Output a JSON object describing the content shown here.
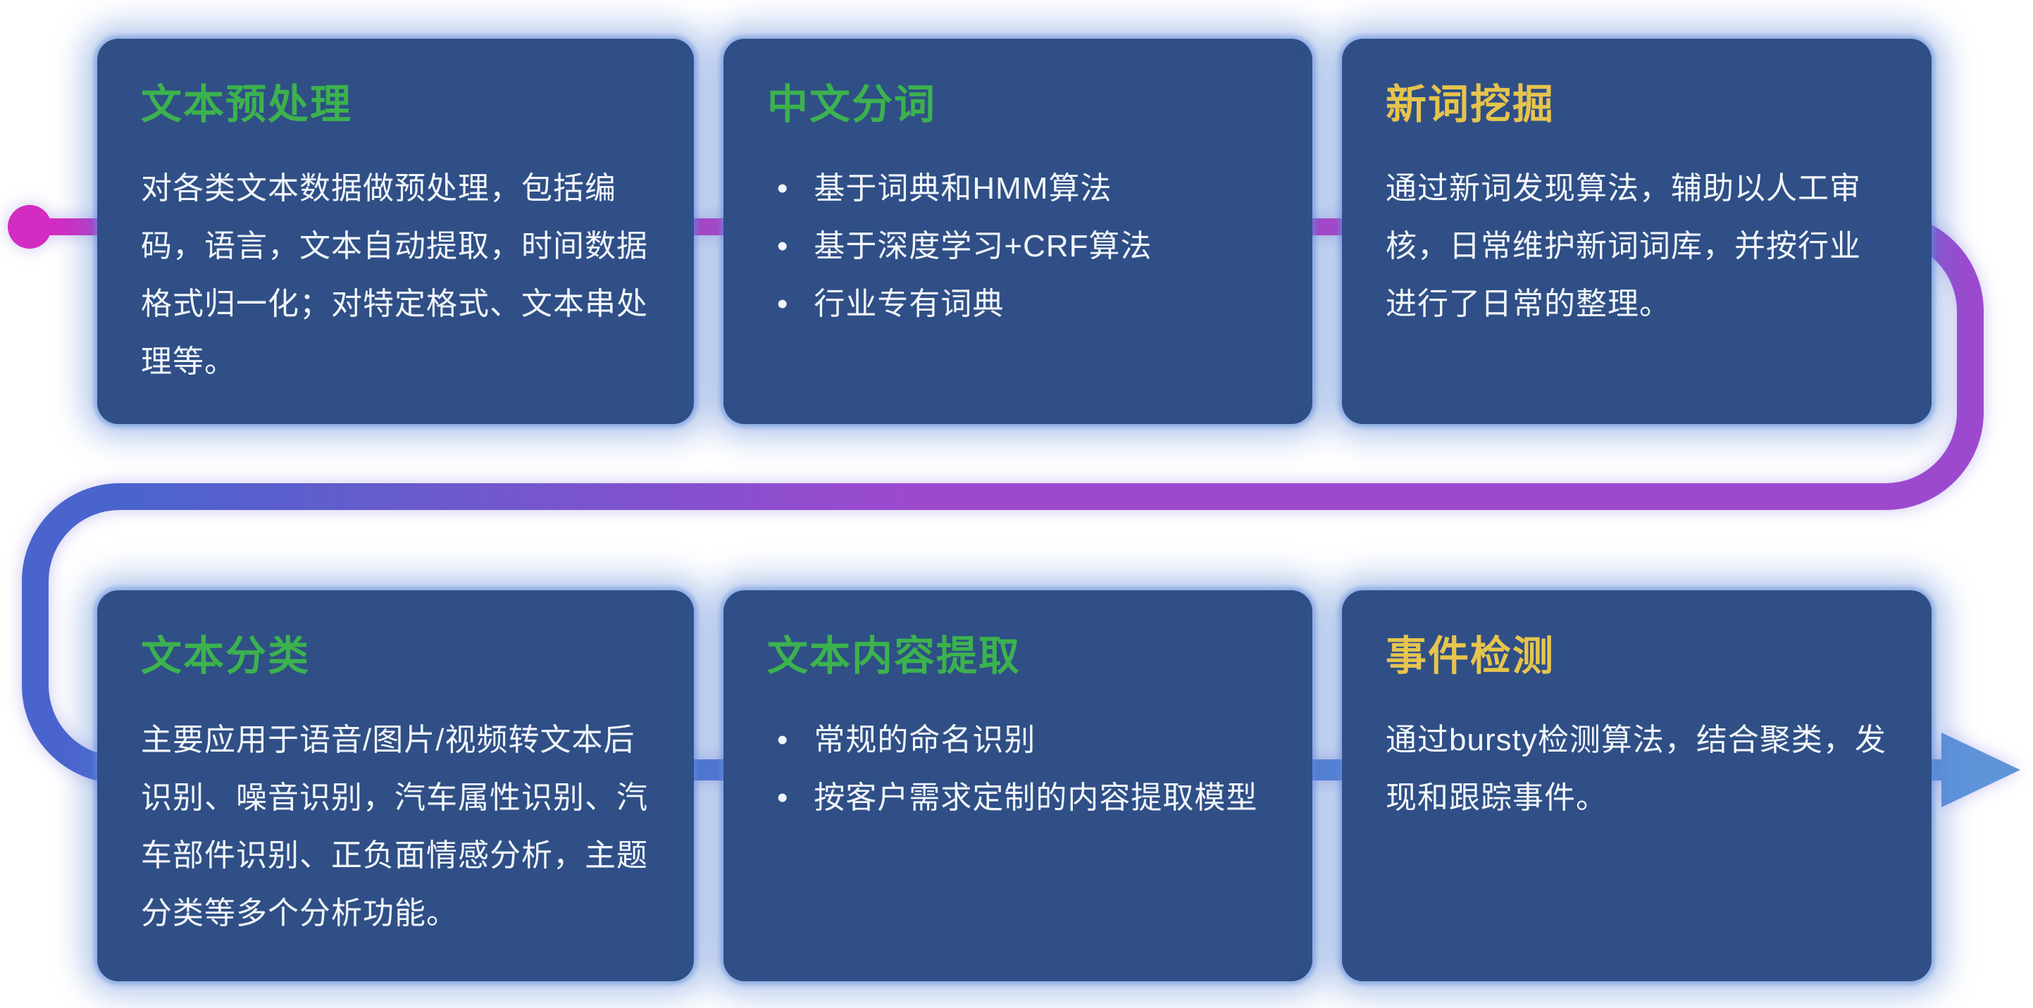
{
  "colors": {
    "card_bg": "#2f4f86",
    "title_green": "#3cb24e",
    "title_yellow": "#e6c44d",
    "body_text": "#f2f6fb",
    "flow_magenta": "#d32cc2",
    "flow_purple": "#9d49ce",
    "flow_blue": "#4a64cd",
    "flow_light_blue": "#5f94d9"
  },
  "flow": {
    "start_icon": "magenta-dot",
    "end_icon": "arrow-right"
  },
  "cards": [
    {
      "title": "文本预处理",
      "body": "对各类文本数据做预处理，包括编码，语言，文本自动提取，时间数据格式归一化；对特定格式、文本串处理等。"
    },
    {
      "title": "中文分词",
      "bullets": [
        "基于词典和HMM算法",
        "基于深度学习+CRF算法",
        "行业专有词典"
      ]
    },
    {
      "title": "新词挖掘",
      "body": "通过新词发现算法，辅助以人工审核，日常维护新词词库，并按行业进行了日常的整理。"
    },
    {
      "title": "文本分类",
      "body": "主要应用于语音/图片/视频转文本后识别、噪音识别，汽车属性识别、汽车部件识别、正负面情感分析，主题分类等多个分析功能。"
    },
    {
      "title": "文本内容提取",
      "bullets": [
        "常规的命名识别",
        "按客户需求定制的内容提取模型"
      ]
    },
    {
      "title": "事件检测",
      "body": "通过bursty检测算法，结合聚类，发现和跟踪事件。"
    }
  ]
}
